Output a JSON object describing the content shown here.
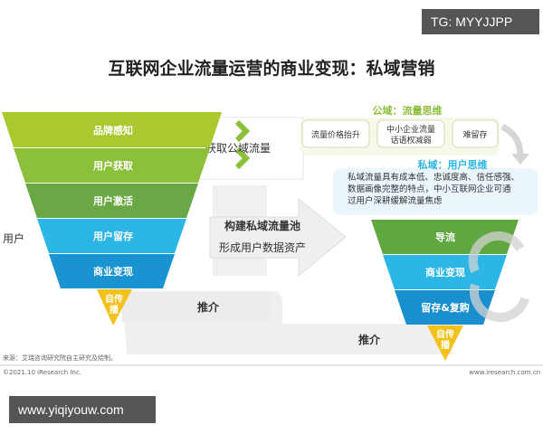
{
  "title": "互联网企业流量运营的商业变现：私域营销",
  "left_label": "用户",
  "left_funnel": [
    "品牌感知",
    "用户获取",
    "用户激活",
    "用户留存",
    "商业变现"
  ],
  "left_tip": [
    "自传",
    "播"
  ],
  "acquire_label": "获取公域流量",
  "arrow_line1": "构建私域流量池",
  "arrow_line2": "形成用户数据资产",
  "refer_label_1": "推介",
  "refer_label_2": "推介",
  "public_domain": {
    "heading": "公域：流量思维",
    "boxes": [
      "流量价格抬升",
      "中小企业流量",
      "话语权减弱",
      "难留存"
    ]
  },
  "private_domain": {
    "heading": "私域：用户思维",
    "lines": [
      "私域流量具有成本低、忠诚度高、信任感强、",
      "数据画像完整的特点，中小互联网企业可通",
      "过用户深耕缓解流量焦虑"
    ]
  },
  "right_funnel": [
    "导流",
    "商业变现",
    "留存&复购"
  ],
  "right_tip": [
    "自传",
    "播"
  ],
  "footer": {
    "source": "来源：艾瑞咨询研究院自主研究及绘制。",
    "copyright": "©2021.10 iResearch Inc.",
    "site": "www.iresearch.com.cn"
  },
  "watermarks": {
    "top": "TG: MYYJJPP",
    "bottom": "www.yiqiyouw.com"
  },
  "colors": {
    "lime": "#a9c92f",
    "green1": "#8cbf3a",
    "green2": "#6aa845",
    "cyan": "#2bb6e6",
    "blue": "#1a93d3",
    "yellow": "#f2c21b",
    "public_green": "#8cbf3a",
    "private_cyan": "#2bb6e6"
  }
}
